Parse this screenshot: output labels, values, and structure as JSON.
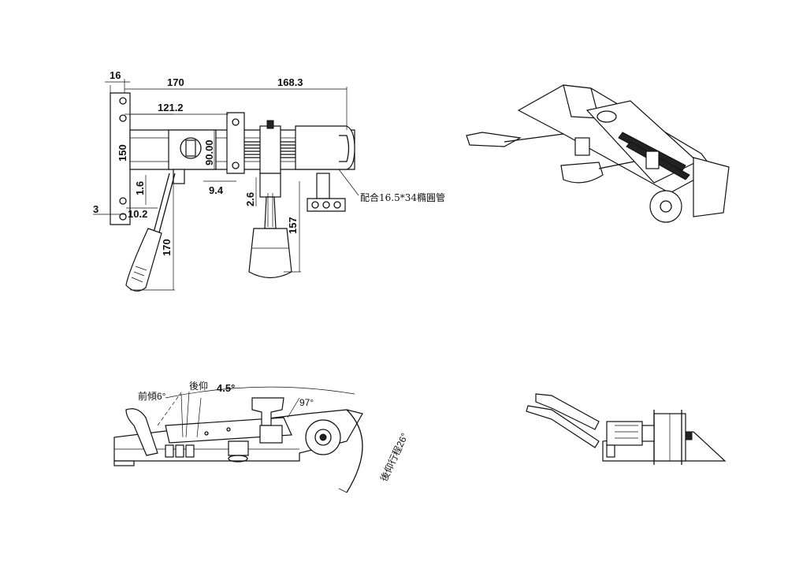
{
  "dimensions": {
    "d16": "16",
    "d170_top": "170",
    "d168_3": "168.3",
    "d121_2": "121.2",
    "d150": "150",
    "d90": "90.00",
    "d9_4": "9.4",
    "d2_6": "2.6",
    "d1_6": "1.6",
    "d3": "3",
    "d10_2": "10.2",
    "d170_left": "170",
    "d157": "157"
  },
  "notes": {
    "tube_fit": "配合16.5*34橢圓管",
    "forward_tilt": "前傾6°",
    "back_tilt_label": "後仰",
    "back_tilt_value": "4.5°",
    "angle_97": "97°",
    "back_travel": "後仰行程26°"
  }
}
